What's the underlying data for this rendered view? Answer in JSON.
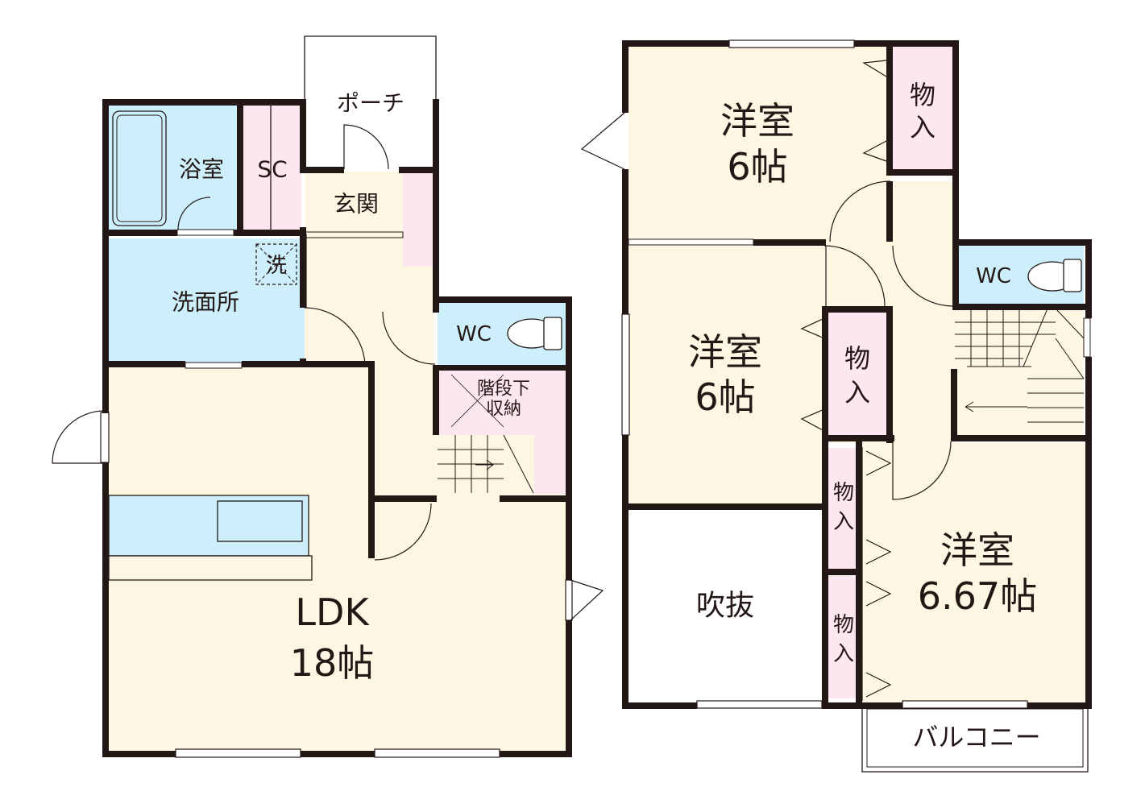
{
  "floor1": {
    "ldk_label": "LDK",
    "ldk_size": "18帖",
    "bath_label": "浴室",
    "sc_label": "SC",
    "porch_label": "ポーチ",
    "entrance_label": "玄関",
    "washroom_label": "洗面所",
    "washer_label": "洗",
    "wc_label": "WC",
    "under_stairs_label_1": "階段下",
    "under_stairs_label_2": "収納"
  },
  "floor2": {
    "room1_label": "洋室",
    "room1_size": "6帖",
    "room2_label": "洋室",
    "room2_size": "6帖",
    "room3_label": "洋室",
    "room3_size": "6.67帖",
    "closet_label_1": "物",
    "closet_label_2": "入",
    "wc_label": "WC",
    "void_label": "吹抜",
    "balcony_label": "バルコニー"
  },
  "colors": {
    "wall": "#231815",
    "room_cream": "#fdf6e3",
    "water_blue": "#cdeefb",
    "storage_pink": "#fde6ef",
    "white": "#ffffff"
  }
}
